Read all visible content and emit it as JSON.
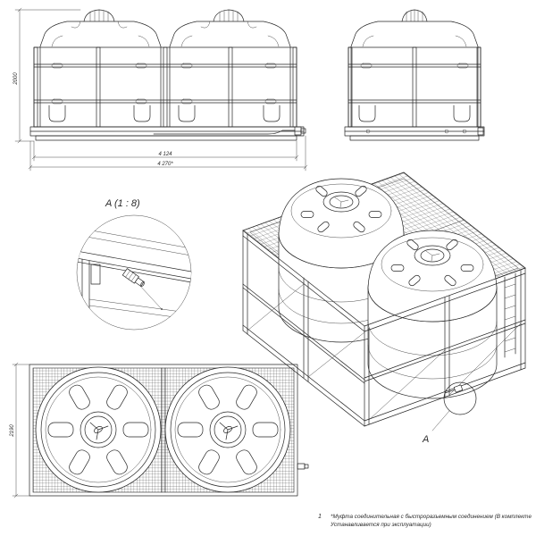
{
  "front_view": {
    "height_dimension": "2000",
    "width_dimension": "4 124",
    "overall_width_dimension": "4 270*"
  },
  "detail_view": {
    "title": "A (1 : 8)"
  },
  "isometric_view": {
    "detail_callout": "A"
  },
  "plan_view": {
    "depth_dimension": "2190"
  },
  "note": {
    "position_number": "1",
    "line_1": "*Муфта соединительная с быстроразъемным соединением (В комплекте",
    "line_2": "Устанавливается при эксплуатации)"
  }
}
